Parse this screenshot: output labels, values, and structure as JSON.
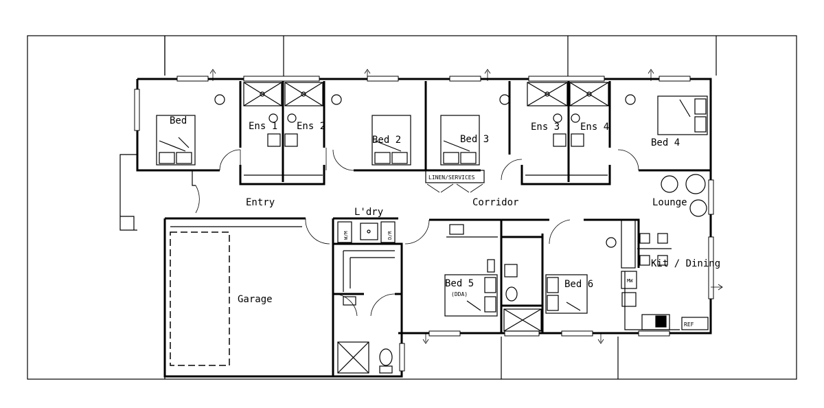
{
  "rooms": {
    "bed_1": "Bed",
    "ens_1": "Ens 1",
    "ens_2": "Ens 2",
    "bed_2": "Bed 2",
    "bed_3": "Bed 3",
    "ens_3": "Ens 3",
    "ens_4": "Ens 4",
    "bed_4": "Bed 4",
    "entry": "Entry",
    "corridor": "Corridor",
    "lounge": "Lounge",
    "laundry": "L'dry",
    "garage": "Garage",
    "bed_5": "Bed 5",
    "bed_5_note": "(DDA)",
    "bed_6": "Bed 6",
    "kitchen_dining": "Kit / Dining"
  },
  "fixtures": {
    "linen": "LINEN/SERVICES",
    "washer": "W/M",
    "dryer": "D/R",
    "microwave": "MW",
    "fridge": "REF"
  }
}
